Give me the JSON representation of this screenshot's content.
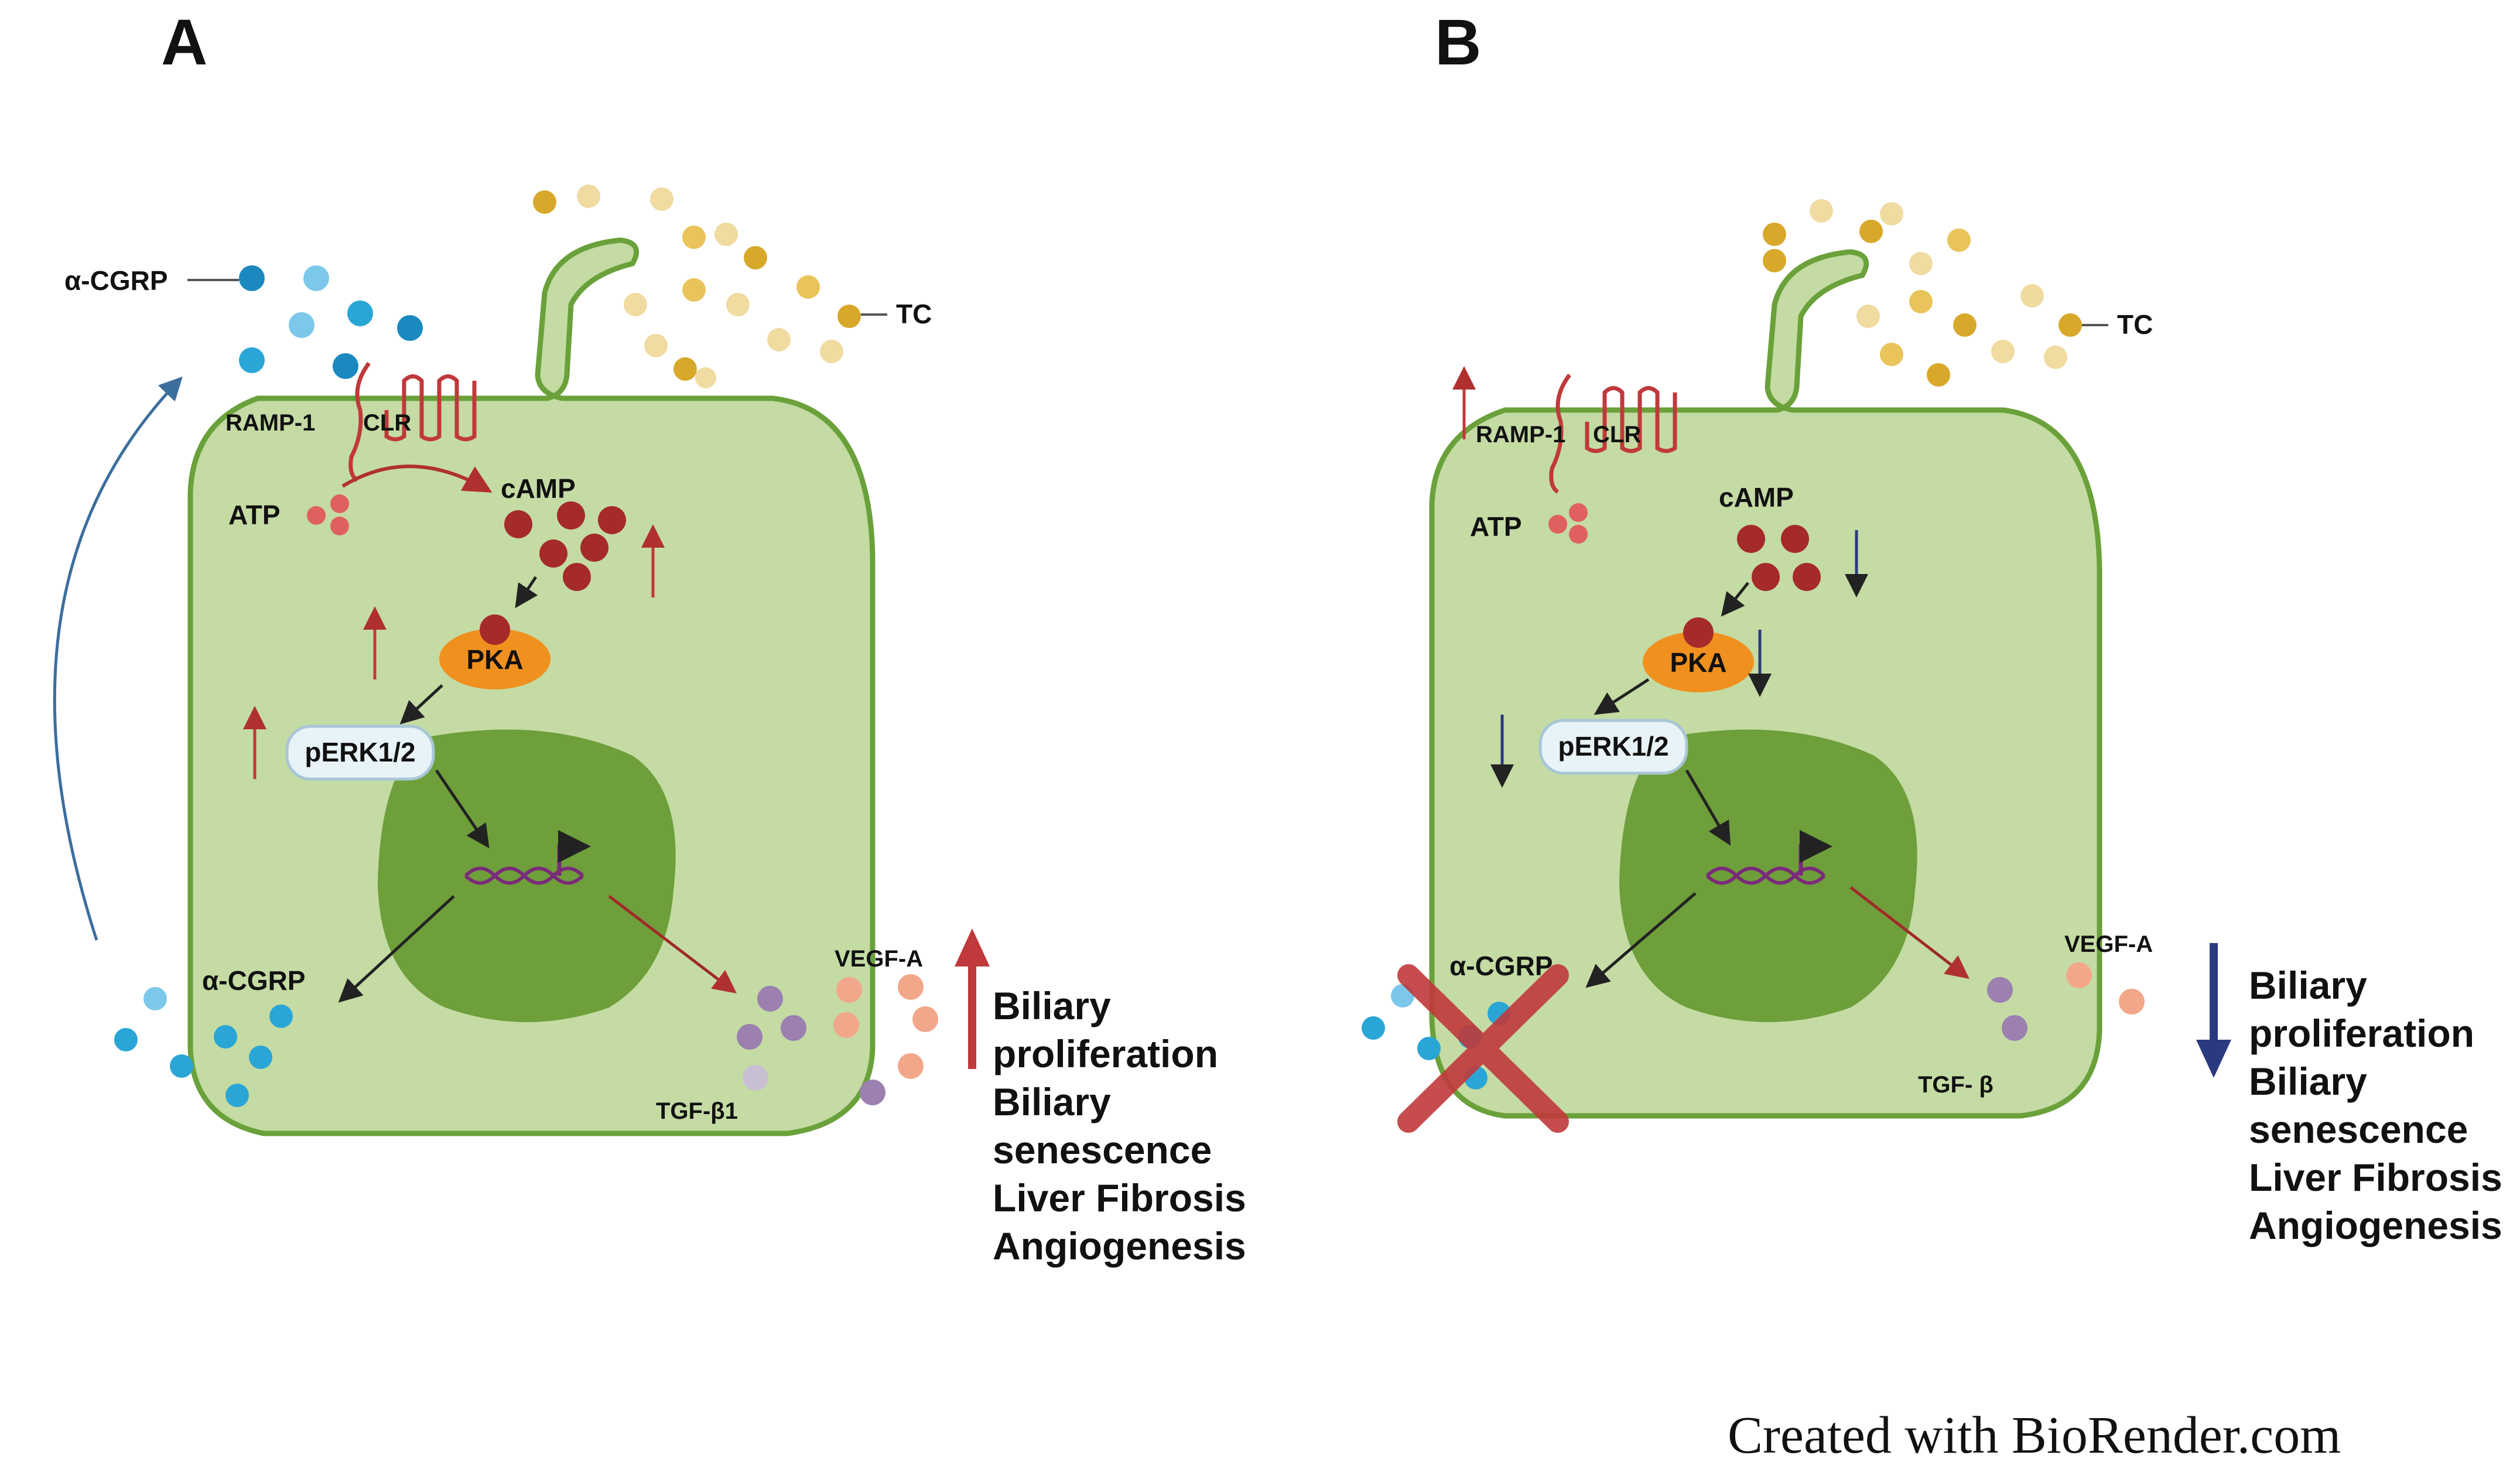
{
  "panels": [
    {
      "letter": "A",
      "labels": {
        "ligand": "α-CGRP",
        "tc": "TC",
        "ramp": "RAMP-1",
        "clr": "CLR",
        "atp": "ATP",
        "camp": "cAMP",
        "pka": "PKA",
        "perk": "pERK1/2",
        "secreted_cgrp": "α-CGRP",
        "vegf": "VEGF-A",
        "tgf": "TGF-β1"
      },
      "effects": [
        "Biliary",
        "proliferation",
        "Biliary",
        "senescence",
        "Liver Fibrosis",
        "Angiogenesis"
      ],
      "direction": "up"
    },
    {
      "letter": "B",
      "labels": {
        "tc": "TC",
        "ramp": "RAMP-1",
        "clr": "CLR",
        "atp": "ATP",
        "camp": "cAMP",
        "pka": "PKA",
        "perk": "pERK1/2",
        "secreted_cgrp": "α-CGRP",
        "vegf": "VEGF-A",
        "tgf": "TGF- β"
      },
      "effects": [
        "Biliary",
        "proliferation",
        "Biliary",
        "senescence",
        "Liver Fibrosis",
        "Angiogenesis"
      ],
      "direction": "down"
    }
  ],
  "credit": "Created with BioRender.com",
  "colors": {
    "cell_fill": "#c4dba4",
    "cell_stroke": "#6aa13a",
    "nucleus": "#6e9f3a",
    "cgrp_dots": "#2aa6d6",
    "tc_dots": "#e8c45a",
    "camp_dots": "#a52a2a",
    "atp_dots": "#e06060",
    "pka": "#f0901e",
    "up_arrow": "#c0393b",
    "down_arrow": "#2b3a80",
    "feedback_arrow": "#3c6e9e",
    "block_cross": "#c0393b",
    "vegf_dots": "#f3a78a",
    "tgf_dots": "#9b80b0"
  }
}
